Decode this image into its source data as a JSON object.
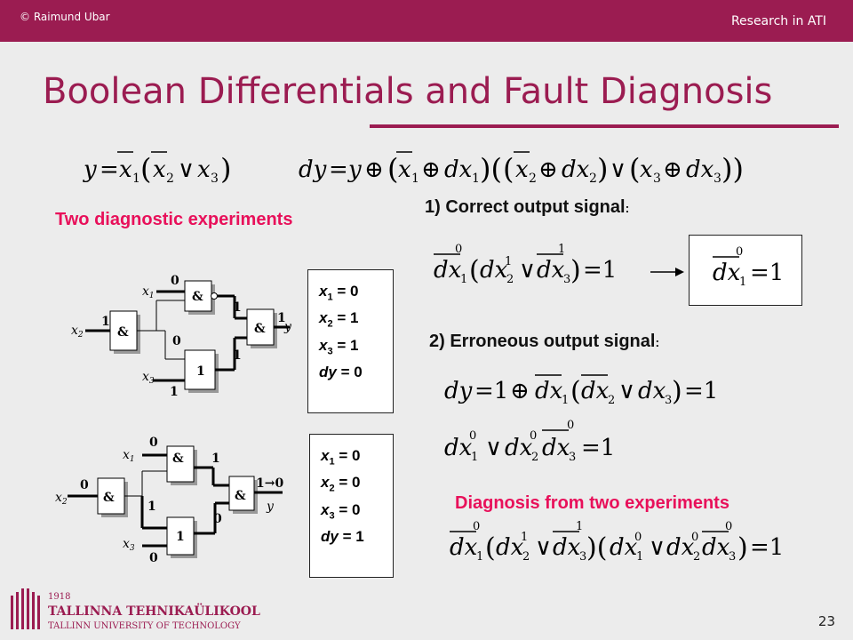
{
  "header": {
    "copyright": "© Raimund Ubar",
    "section": "Research in ATI"
  },
  "title": "Boolean Differentials and Fault Diagnosis",
  "headings": {
    "left": "Two diagnostic experiments",
    "correct": "1) Correct output signal",
    "correct_colon": ":",
    "erroneous": "2) Erroneous output signal",
    "erroneous_colon": ":",
    "diagnosis": "Diagnosis from two experiments"
  },
  "experiment1": {
    "values": [
      "= 0",
      "= 1",
      "= 1",
      "= 0"
    ],
    "inputs": {
      "x1": "0",
      "x2": "1",
      "x3": "1"
    },
    "internal": {
      "branch": "0",
      "and1_out": "1",
      "or_out": "1",
      "out": "1"
    }
  },
  "experiment2": {
    "values": [
      "= 0",
      "= 0",
      "= 0",
      "= 1"
    ],
    "inputs": {
      "x1": "0",
      "x2": "0",
      "x3": "0"
    },
    "internal": {
      "branch": "1",
      "and1_out": "1",
      "or_out": "0",
      "out": "1→0"
    }
  },
  "variables": [
    "x",
    "x",
    "x",
    "dy"
  ],
  "subscripts": [
    "1",
    "2",
    "3"
  ],
  "gates": {
    "and": "&",
    "or": "1"
  },
  "logo": {
    "year": "1918",
    "name": "TALLINNA TEHNIKAÜLIKOOL",
    "name_en": "TALLINN UNIVERSITY OF TECHNOLOGY"
  },
  "page_number": "23",
  "colors": {
    "brand": "#9b1c51",
    "accent": "#e8105a",
    "background": "#ececec"
  }
}
